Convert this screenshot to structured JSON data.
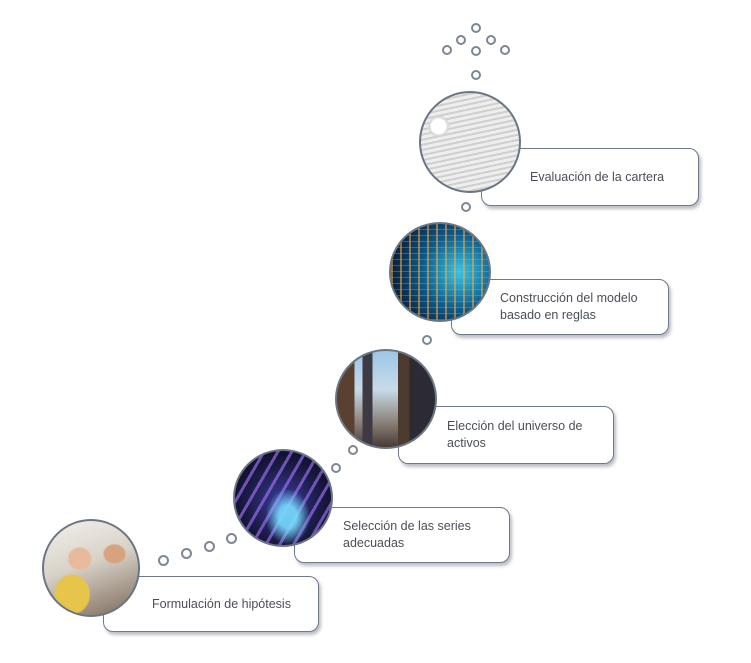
{
  "steps": [
    {
      "id": "hypothesis",
      "label": "Formulación de hipótesis",
      "icon": "people-discussion-photo"
    },
    {
      "id": "series",
      "label": "Selección de las series\nadecuadas",
      "icon": "data-series-photo"
    },
    {
      "id": "universe",
      "label": "Elección del universo de\nactivos",
      "icon": "city-street-photo"
    },
    {
      "id": "model",
      "label": "Construcción del modelo\nbasado en reglas",
      "icon": "data-model-photo"
    },
    {
      "id": "evaluation",
      "label": "Evaluación de la cartera",
      "icon": "stairs-ball-photo"
    }
  ],
  "colors": {
    "border": "#6e7a8a",
    "text": "#4a4f57",
    "bubble": "#7d8794"
  }
}
